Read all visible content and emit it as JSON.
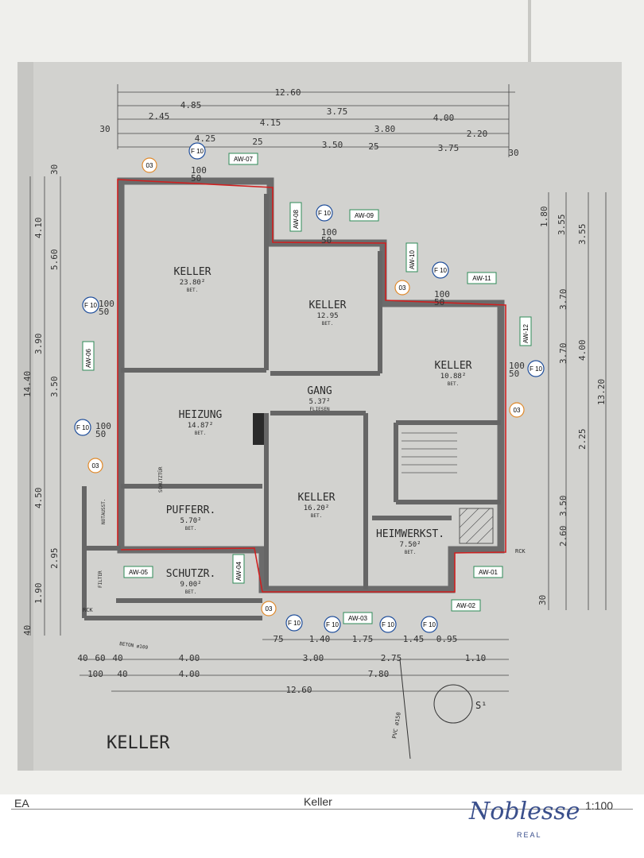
{
  "plan": {
    "rooms": [
      {
        "name": "KELLER",
        "area": "23.80²",
        "floor": "BET."
      },
      {
        "name": "KELLER",
        "area": "12.95",
        "floor": "BET."
      },
      {
        "name": "KELLER",
        "area": "10.88²",
        "floor": "BET."
      },
      {
        "name": "GANG",
        "area": "5.37²",
        "floor": "FLIESEN"
      },
      {
        "name": "HEIZUNG",
        "area": "14.87²",
        "floor": "BET."
      },
      {
        "name": "PUFFERR.",
        "area": "5.70²",
        "floor": "BET."
      },
      {
        "name": "KELLER",
        "area": "16.20²",
        "floor": "BET."
      },
      {
        "name": "HEIMWERKST.",
        "area": "7.50²",
        "floor": "BET."
      },
      {
        "name": "SCHUTZR.",
        "area": "9.00²",
        "floor": "BET."
      }
    ],
    "top_dims": {
      "row1": "12.60",
      "row2": [
        "4.85",
        "3.75",
        "4.00"
      ],
      "row3": [
        "2.45",
        "4.15",
        "3.80",
        "2.20"
      ],
      "row4": [
        "30",
        "4.25",
        "25",
        "3.50",
        "25",
        "3.75",
        "30"
      ]
    },
    "left_dims": [
      "30",
      "4.10",
      "5.60",
      "3.90",
      "14.40",
      "3.50",
      "4.50",
      "2.95",
      "1.90",
      "40"
    ],
    "right_dims": [
      "1.80",
      "3.55",
      "3.55",
      "3.70",
      "3.70",
      "4.00",
      "13.20",
      "3.50",
      "2.60",
      "2.25",
      "30"
    ],
    "bottom_dims": {
      "row1": [
        "75",
        "1.40",
        "1.75",
        "1.45",
        "0.95"
      ],
      "row2": [
        "40",
        "60",
        "40",
        "4.00",
        "3.00",
        "2.75",
        "1.10"
      ],
      "row3": [
        "100",
        "40",
        "4.00",
        "7.80"
      ],
      "row4": "12.60"
    },
    "misc_labels": {
      "ventilator": "NOTAUSST.",
      "filter": "FILTER",
      "rck_left": "RCK",
      "rck_right": "RCK",
      "beton": "BETON ø100",
      "pvc": "PVC ø150",
      "schutztur": "SCHUTZTÜR",
      "title": "KELLER",
      "north": "S¹"
    },
    "window_marker": "F 10",
    "window_sizes": [
      "100",
      "50"
    ],
    "wall_markers": [
      "AW-01",
      "AW-02",
      "AW-03",
      "AW-04",
      "AW-05",
      "AW-06",
      "AW-07",
      "AW-08",
      "AW-09",
      "AW-10",
      "AW-11",
      "AW-12"
    ],
    "circle_marker": "03"
  },
  "footer": {
    "left": "EA",
    "center": "Keller",
    "right": "1:100",
    "logo": "Noblesse",
    "logo_sub": "REAL"
  },
  "colors": {
    "outline": "#d02020",
    "marker_green": "#2e8b57",
    "marker_blue": "#1f4e9b",
    "marker_orange": "#e08a2c",
    "logo": "#3a4f8c"
  }
}
